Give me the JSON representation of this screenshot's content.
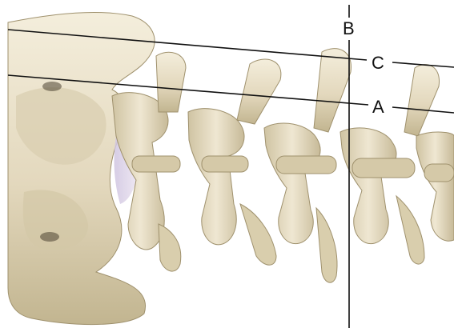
{
  "figure": {
    "labels": {
      "a": "A",
      "b": "B",
      "c": "C"
    },
    "colors": {
      "bone_fill": "#e6dcc4",
      "bone_light": "#f3ecda",
      "bone_shadow": "#b9ab88",
      "disc_tint": "#d9cfe6",
      "line_color": "#111111",
      "background": "#ffffff"
    }
  }
}
